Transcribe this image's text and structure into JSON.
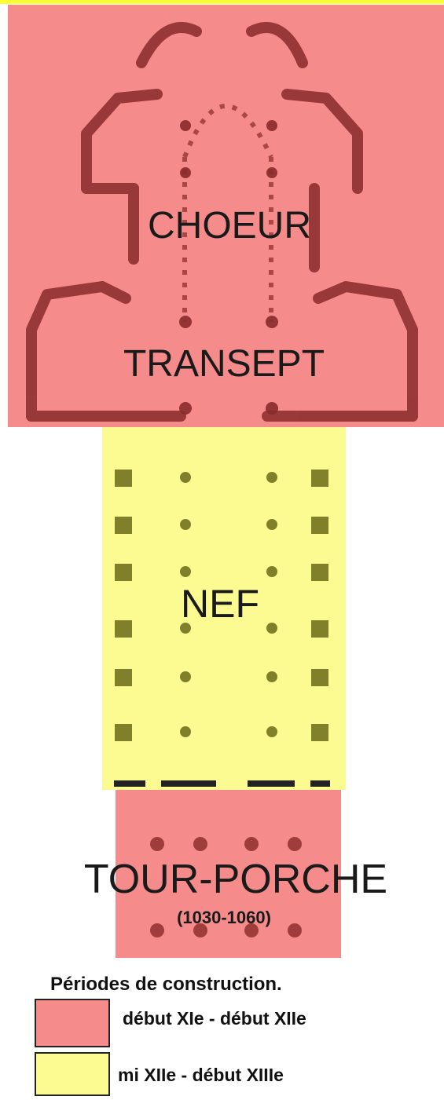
{
  "colors": {
    "period_early": "#f58b8b",
    "period_late": "#fbfb92",
    "top_bar": "#ffff33",
    "plan_ink": "#8a2a2a"
  },
  "plan": {
    "choeur": "CHOEUR",
    "transept": "TRANSEPT",
    "nef": "NEF",
    "tour_porche": "TOUR-PORCHE",
    "tour_porche_dates": "(1030-1060)"
  },
  "legend": {
    "title": "Périodes de construction.",
    "items": [
      {
        "label": "début XIe - début XIIe",
        "color": "#f58b8b"
      },
      {
        "label": "mi XIIe - début XIIIe",
        "color": "#fbfb92"
      }
    ]
  }
}
